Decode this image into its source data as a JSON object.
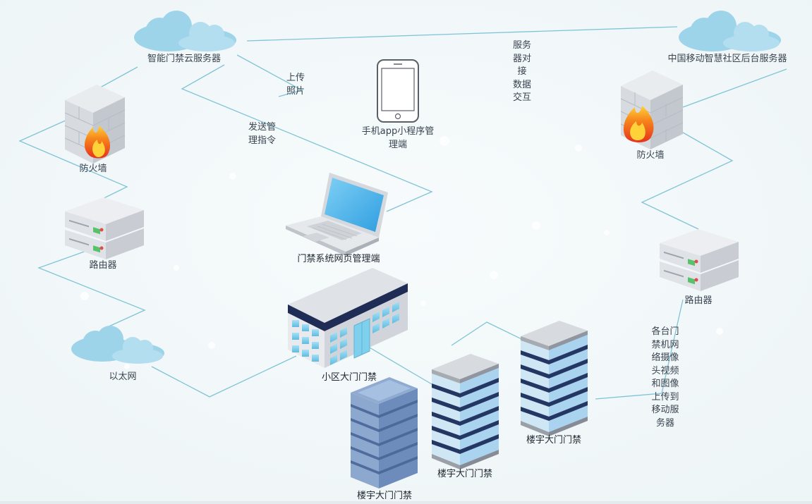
{
  "nodes": {
    "cloud_server": "智能门禁云服务器",
    "mobile_server": "中国移动智慧社区后台服务器",
    "firewall_left": "防火墙",
    "firewall_right": "防火墙",
    "router_left": "路由器",
    "router_right": "路由器",
    "ethernet": "以太网",
    "phone": "手机app小程序管\n理端",
    "laptop": "门禁系统网页管理端",
    "community_gate": "小区大门门禁",
    "building_gate_1": "楼宇大门门禁",
    "building_gate_2": "楼宇大门门禁",
    "building_gate_3": "楼宇大门门禁"
  },
  "edge_labels": {
    "upload_photo": "上传\n照片",
    "send_command": "发送管\n理指令",
    "server_interaction": "服务\n器对\n接\n数据\n交互",
    "camera_upload": "各台门\n禁机网\n络摄像\n头视频\n和图像\n上传到\n移动服\n务器"
  },
  "colors": {
    "line": "#7fc4d6",
    "cloud": "#9ed4ea",
    "building_stripe": "#2c3e6b",
    "window": "#8ed3ec",
    "flame": "#f26a1b"
  }
}
